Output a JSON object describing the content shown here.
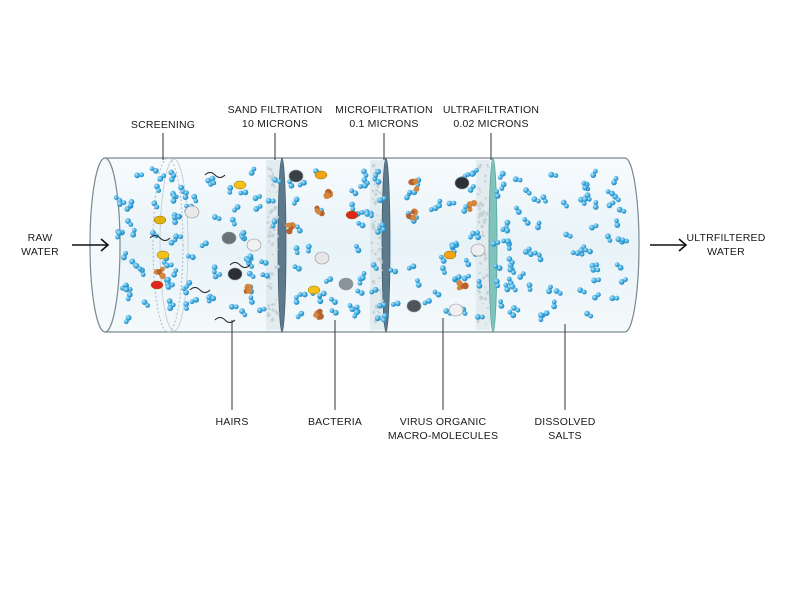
{
  "input": {
    "line1": "RAW",
    "line2": "WATER"
  },
  "output": {
    "line1": "ULTRFILTERED",
    "line2": "WATER"
  },
  "stages_top": {
    "screening": "SCREENING",
    "sand": {
      "line1": "SAND FILTRATION",
      "line2": "10 MICRONS"
    },
    "micro": {
      "line1": "MICROFILTRATION",
      "line2": "0.1 MICRONS"
    },
    "ultra": {
      "line1": "ULTRAFILTRATION",
      "line2": "0.02 MICRONS"
    }
  },
  "removed_bottom": {
    "hairs": "HAIRS",
    "bacteria": "BACTERIA",
    "virus": {
      "line1": "VIRUS ORGANIC",
      "line2": "MACRO-MOLECULES"
    },
    "salts": {
      "line1": "DISSOLVED",
      "line2": "SALTS"
    }
  },
  "colors": {
    "pipe_fill": "#eef6f9",
    "pipe_stroke": "#7a8a92",
    "membrane": "#5d7a8c",
    "ultra_membrane": "#7fc3bd",
    "molecule_blue": "#2a9fd6",
    "molecule_light": "#7ecbf0"
  }
}
